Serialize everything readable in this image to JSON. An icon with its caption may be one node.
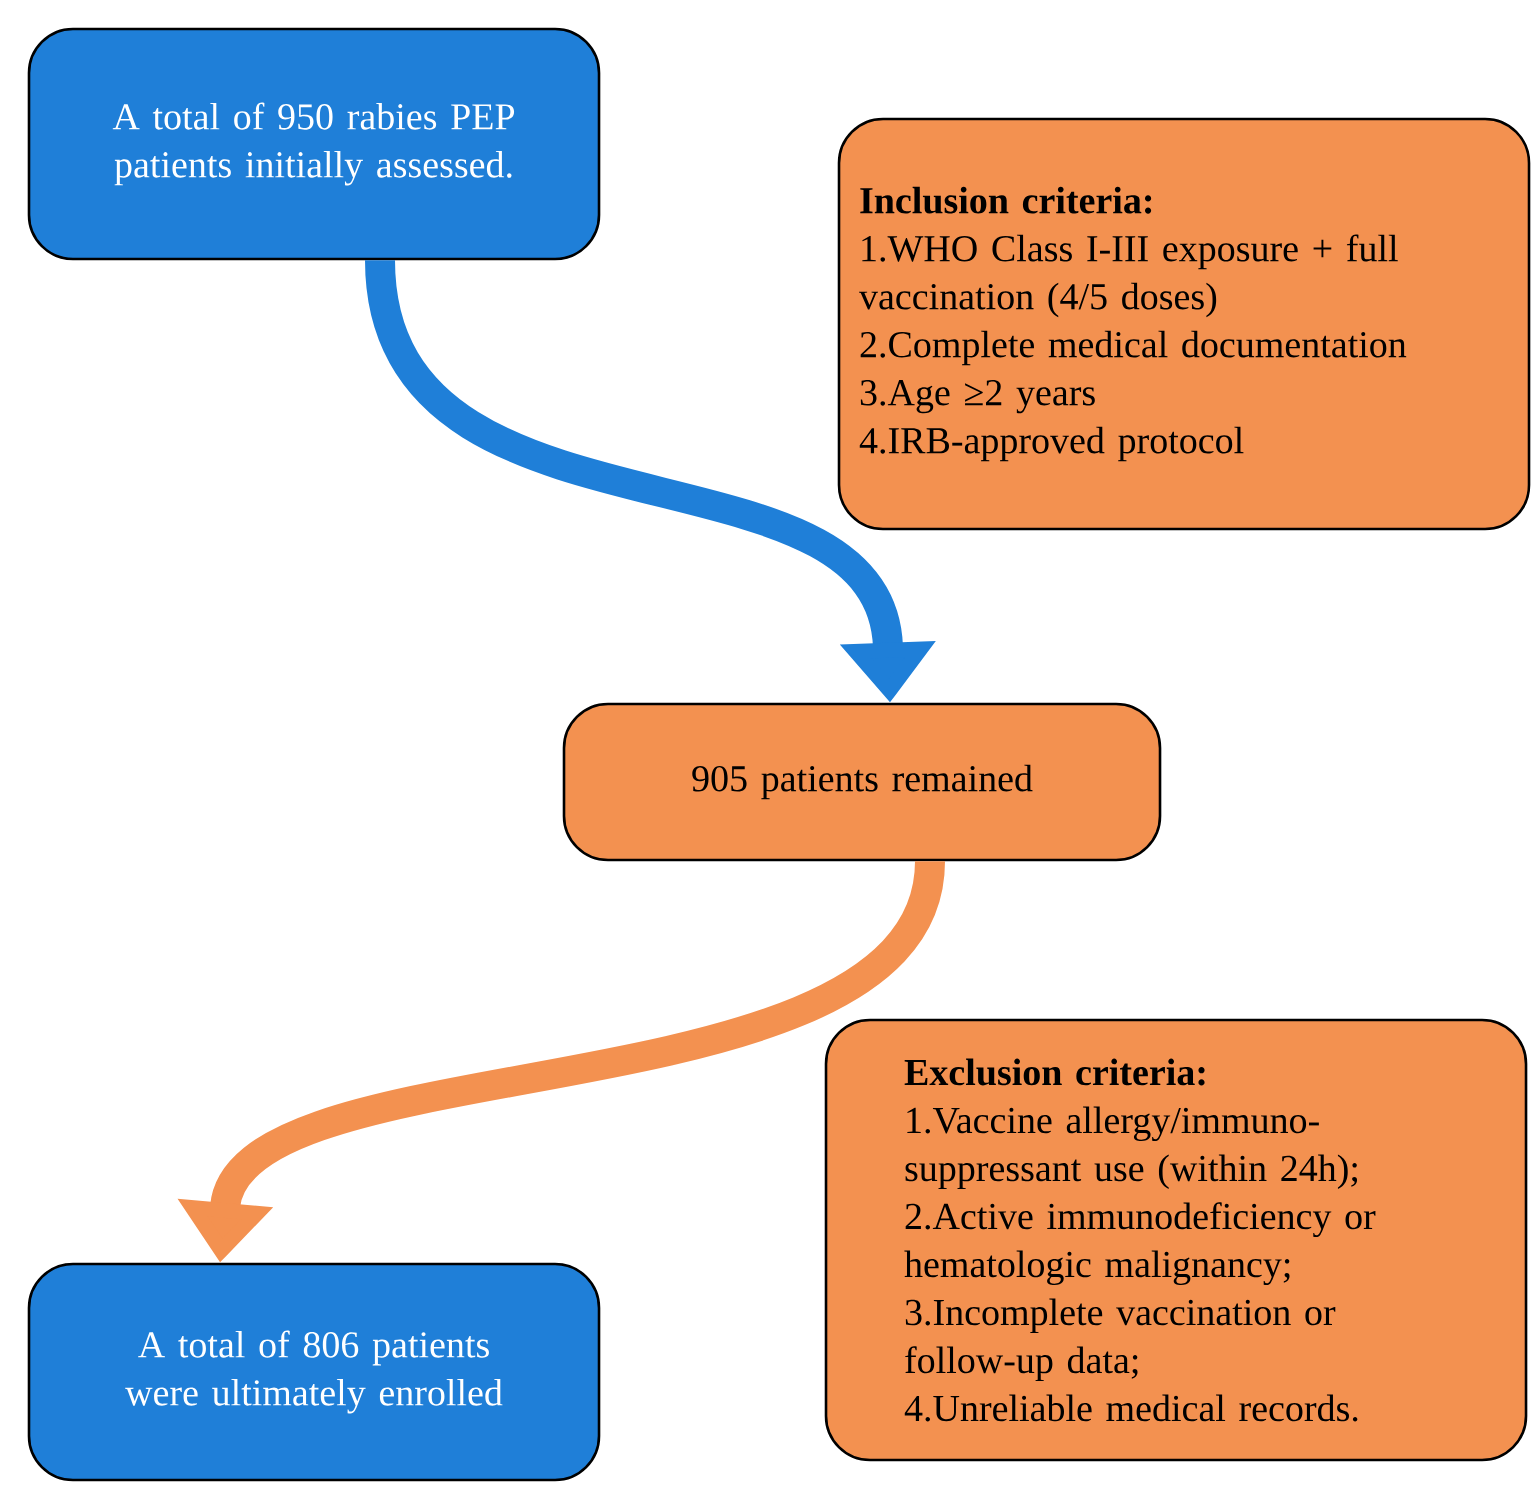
{
  "diagram": {
    "nodes": [
      {
        "text": [
          "A total of 950 rabies PEP patients initially assessed."
        ]
      },
      {
        "text": [
          "Inclusion criteria:",
          "1.WHO Class I-III exposure + full vaccination (4/5 doses)",
          "2.Complete medical documentation",
          "3.Age ≥2 years",
          "4.IRB-approved protocol"
        ]
      },
      {
        "text": [
          "905 patients remained"
        ]
      },
      {
        "text": [
          "Exclusion criteria:",
          "1.Vaccine allergy/immuno-suppressant use (within 24h);",
          "2.Active immunodeficiency or hematologic malignancy;",
          "3.Incomplete vaccination or follow-up data;",
          "4.Unreliable medical records."
        ]
      },
      {
        "text": [
          "A total of 806 patients were ultimately enrolled"
        ]
      }
    ],
    "edges": [
      {
        "from": 0,
        "to": 2,
        "arrow": "to",
        "color": "#1f7fd8"
      },
      {
        "from": 2,
        "to": 4,
        "arrow": "to",
        "color": "#f39150"
      }
    ]
  }
}
